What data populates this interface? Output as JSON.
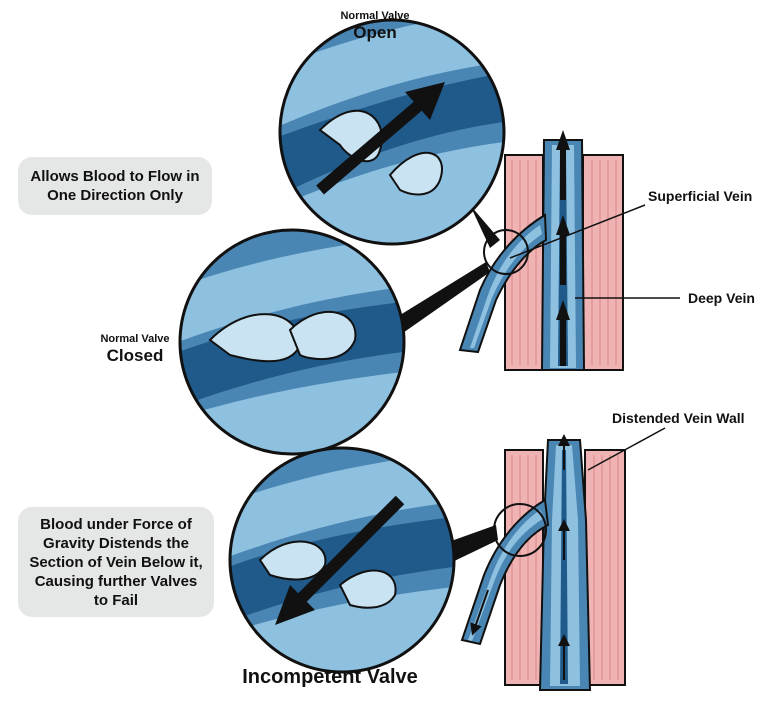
{
  "labels": {
    "open_small": "Normal Valve",
    "open_big": "Open",
    "closed_small": "Normal Valve",
    "closed_big": "Closed",
    "superficial": "Superficial Vein",
    "deep": "Deep Vein",
    "distended": "Distended Vein Wall",
    "incompetent": "Incompetent Valve"
  },
  "notes": {
    "one_direction": "Allows Blood to Flow in One Direction Only",
    "gravity": "Blood under Force of Gravity Distends the Section of Vein Below it, Causing further Valves to Fail"
  },
  "colors": {
    "muscle": "#f0b3b3",
    "muscle_line": "#d98585",
    "vein_dark": "#1f5a8a",
    "vein_mid": "#4a86b4",
    "vein_light": "#8ec0e0",
    "vein_pale": "#c9e3f2",
    "outline": "#111111",
    "box": "#e5e6e6"
  }
}
